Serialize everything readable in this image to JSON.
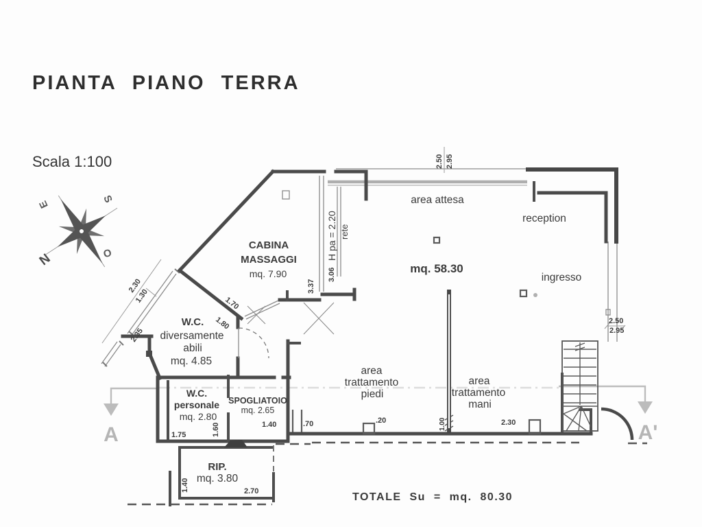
{
  "page": {
    "title": "PIANTA PIANO TERRA",
    "scale": "Scala 1:100",
    "total_label": "TOTALE Su = mq. 80.30"
  },
  "compass": {
    "n": "N",
    "s": "S",
    "e": "E",
    "o": "O"
  },
  "section": {
    "start": "A",
    "end": "A'"
  },
  "rooms": {
    "area_attesa": {
      "label": "area attesa"
    },
    "reception": {
      "label": "reception"
    },
    "sala": {
      "area": "mq. 58.30"
    },
    "ingresso": {
      "label": "ingresso"
    },
    "cabina": {
      "l1": "CABINA",
      "l2": "MASSAGGI",
      "area": "mq. 7.90"
    },
    "wc_dis": {
      "l1": "W.C.",
      "l2": "diversamente",
      "l3": "abili",
      "area": "mq. 4.85"
    },
    "wc_pers": {
      "l1": "W.C.",
      "l2": "personale",
      "area": "mq. 2.80"
    },
    "spogliatoio": {
      "l1": "SPOGLIATOIO",
      "area": "mq. 2.65"
    },
    "piedi": {
      "l1": "area",
      "l2": "trattamento",
      "l3": "piedi"
    },
    "mani": {
      "l1": "area",
      "l2": "trattamento",
      "l3": "mani"
    },
    "rip": {
      "l1": "RIP.",
      "area": "mq. 3.80"
    }
  },
  "annotations": {
    "h_pa": "H pa  = 2.20",
    "rete": "rete"
  },
  "dims": {
    "top_a": "2.50",
    "top_b": "2.95",
    "right_a": "2.50",
    "right_b": "2.95",
    "rete_l": "3.37",
    "rete_r": "3.06",
    "diag_a": "1.70",
    "diag_b": "1.80",
    "win_a": "2.30",
    "win_b": "1.30",
    "win_c": "2.35",
    "pers_w": "1.75",
    "pers_h": "1.60",
    "spog_w": "1.40",
    "niche": ".70",
    "bump": ".20",
    "part": "1.00",
    "mani_w": "2.30",
    "rip_h": "1.40",
    "rip_w": "2.70"
  },
  "colors": {
    "wall": "#4a4a4a",
    "section_gray": "#bcbcbc",
    "text": "#3a3a3a"
  }
}
